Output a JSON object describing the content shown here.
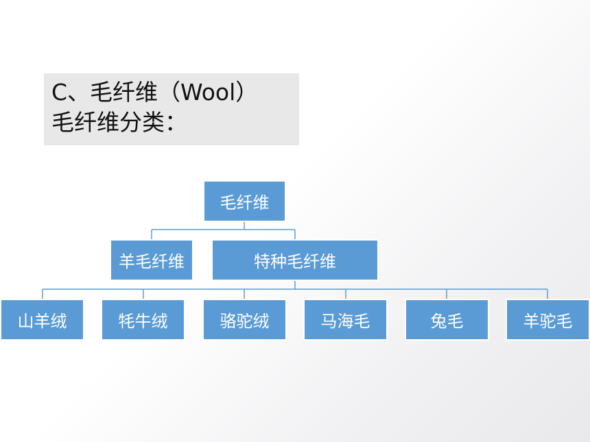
{
  "slide": {
    "title_line1": "C、毛纤维（Wool）",
    "title_line2": "毛纤维分类："
  },
  "diagram": {
    "root": "毛纤维",
    "level2": [
      "羊毛纤维",
      "特种毛纤维"
    ],
    "level3": [
      "山羊绒",
      "牦牛绒",
      "骆驼绒",
      "马海毛",
      "兔毛",
      "羊驼毛"
    ],
    "colors": {
      "node_fill": "#5b9bd5",
      "node_text": "#ffffff",
      "connector": "#5b9bd5"
    }
  }
}
